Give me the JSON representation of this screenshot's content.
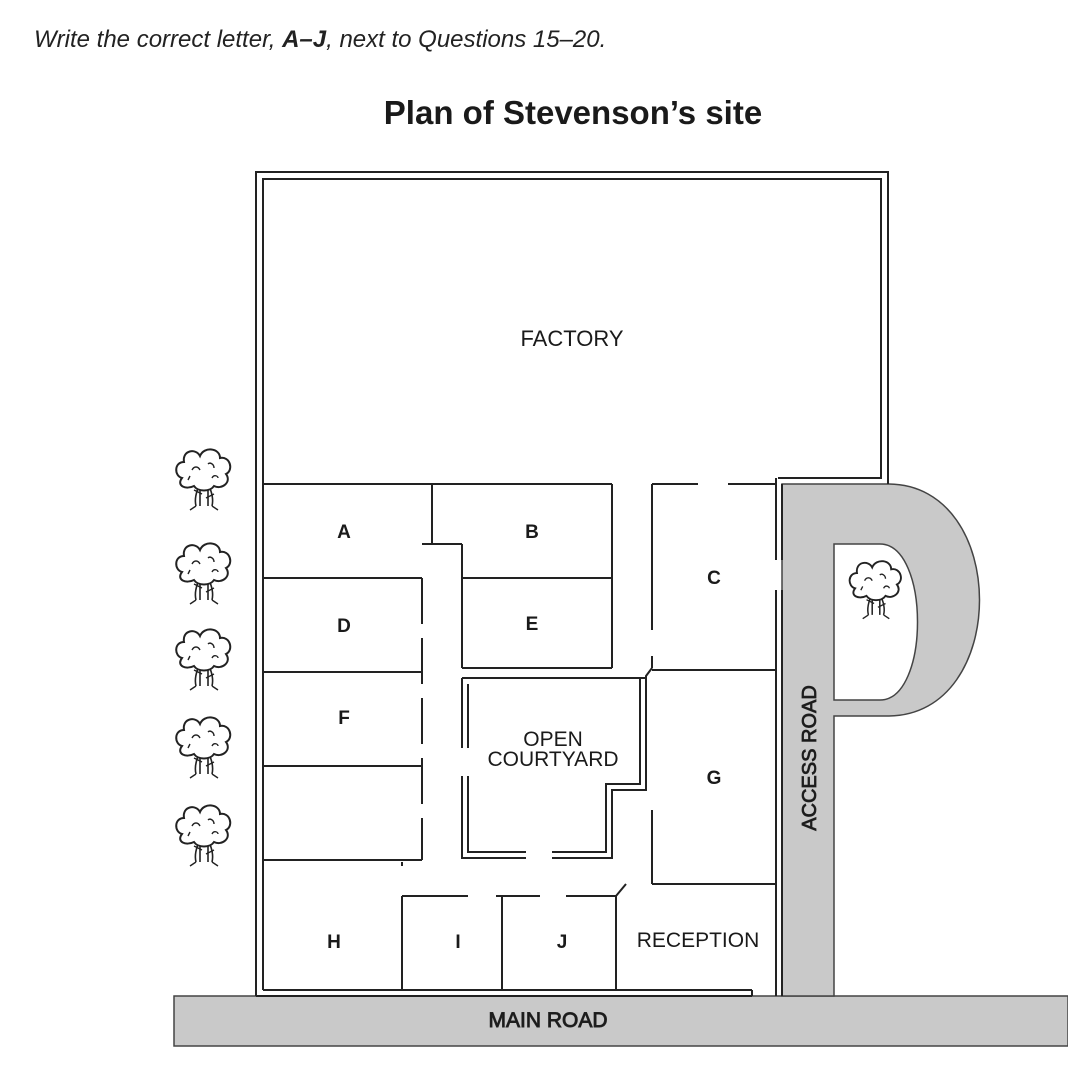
{
  "instruction": {
    "prefix": "Write the correct letter, ",
    "range": "A–J",
    "suffix": ", next to Questions 15–20."
  },
  "title": "Plan of Stevenson’s site",
  "areas": {
    "factory": "FACTORY",
    "courtyard_line1": "OPEN",
    "courtyard_line2": "COURTYARD",
    "reception": "RECEPTION"
  },
  "letters": {
    "A": "A",
    "B": "B",
    "C": "C",
    "D": "D",
    "E": "E",
    "F": "F",
    "G": "G",
    "H": "H",
    "I": "I",
    "J": "J"
  },
  "roads": {
    "main": "MAIN ROAD",
    "access": "ACCESS ROAD"
  },
  "colors": {
    "road_fill": "#c9c9c9",
    "wall": "#222222"
  }
}
